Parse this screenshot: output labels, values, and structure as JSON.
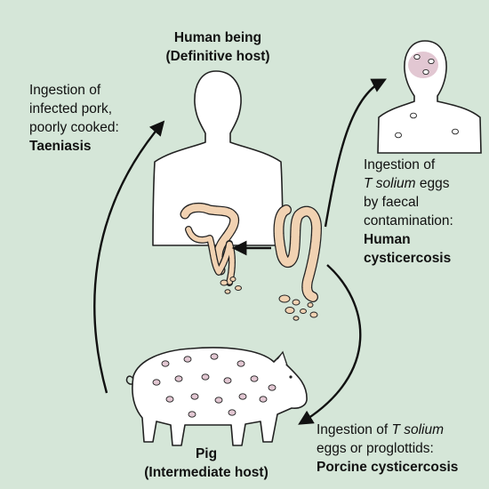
{
  "human": {
    "title_line1": "Human being",
    "title_line2": "(Definitive host)"
  },
  "pig": {
    "title_line1": "Pig",
    "title_line2": "(Intermediate host)"
  },
  "taeniasis": {
    "line1": "Ingestion of",
    "line2": "infected pork,",
    "line3": "poorly cooked:",
    "term": "Taeniasis"
  },
  "human_cysticercosis": {
    "line1": "Ingestion of",
    "line2_italic": "T solium",
    "line2_rest": " eggs",
    "line3": "by faecal",
    "line4": "contamination:",
    "term_line1": "Human",
    "term_line2": "cysticercosis"
  },
  "porcine_cysticercosis": {
    "line1_start": "Ingestion of ",
    "line1_italic": "T solium",
    "line2": "eggs or proglottids:",
    "term": "Porcine cysticercosis"
  },
  "colors": {
    "background": "#d5e6d8",
    "body_fill": "#ffffff",
    "worm_fill": "#f1d2b2",
    "cyst_fill": "#e2c7d2",
    "outline": "#222222"
  },
  "icons": [
    "human-silhouette",
    "human-torso",
    "pig-silhouette",
    "tapeworm",
    "egg-cluster",
    "curved-arrow"
  ]
}
